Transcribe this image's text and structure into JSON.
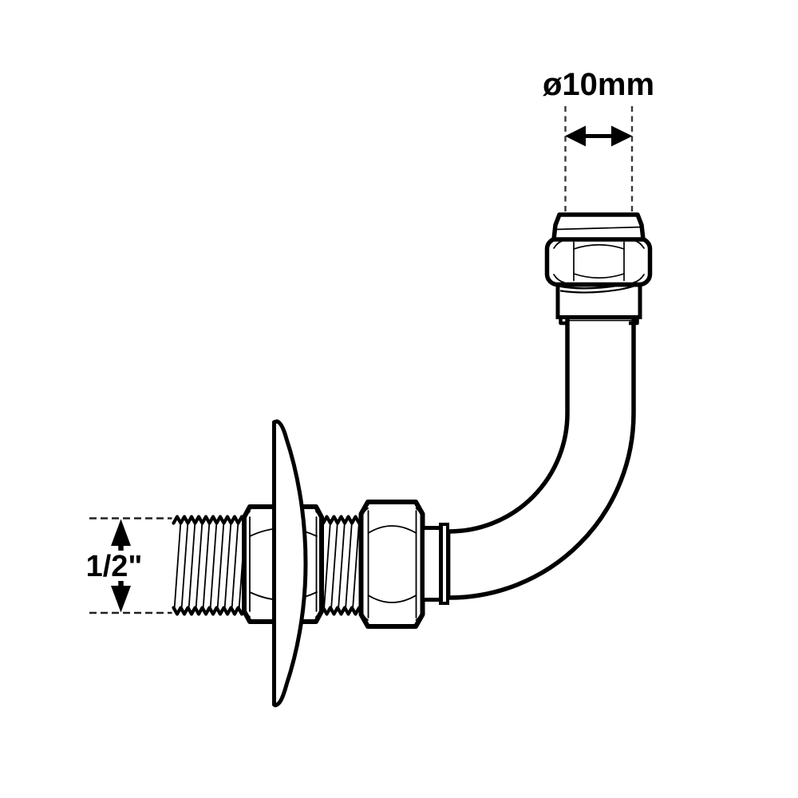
{
  "figure": {
    "type": "technical-line-drawing",
    "subject": "90-degree elbow tap connector with compression fitting, hex nuts and wall flange",
    "background_color": "#ffffff",
    "stroke_color": "#000000",
    "extension_line_color": "#3a3a3a"
  },
  "annotations": {
    "pipe_diameter": {
      "label": "ø10mm"
    },
    "thread_size": {
      "label": "1/2\""
    }
  }
}
